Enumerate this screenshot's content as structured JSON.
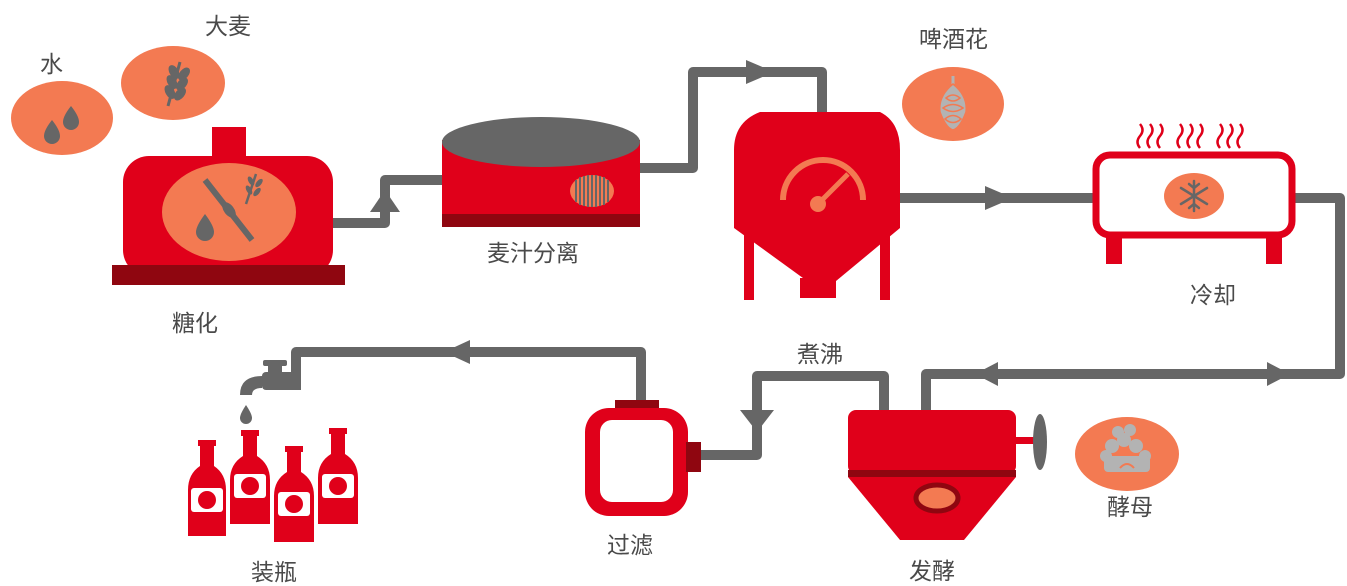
{
  "labels": {
    "water": "水",
    "barley": "大麦",
    "mashing": "糖化",
    "lautering": "麦汁分离",
    "hops": "啤酒花",
    "cooling": "冷却",
    "boiling": "煮沸",
    "fermentation": "发酵",
    "yeast": "酵母",
    "filtration": "过滤",
    "bottling": "装瓶"
  },
  "colors": {
    "red": "#e0001a",
    "dark_red": "#8f0610",
    "salmon": "#f37a52",
    "gray": "#666666",
    "light_gray": "#b3b3b3",
    "text": "#4a4a4a"
  },
  "icons": {
    "water": "water-drops-icon",
    "barley": "wheat-icon",
    "hops": "hop-cone-icon",
    "yeast": "yeast-icon",
    "cooling": "snowflake-icon",
    "fermenter_gauge": "gauge-icon",
    "tap": "faucet-icon"
  }
}
